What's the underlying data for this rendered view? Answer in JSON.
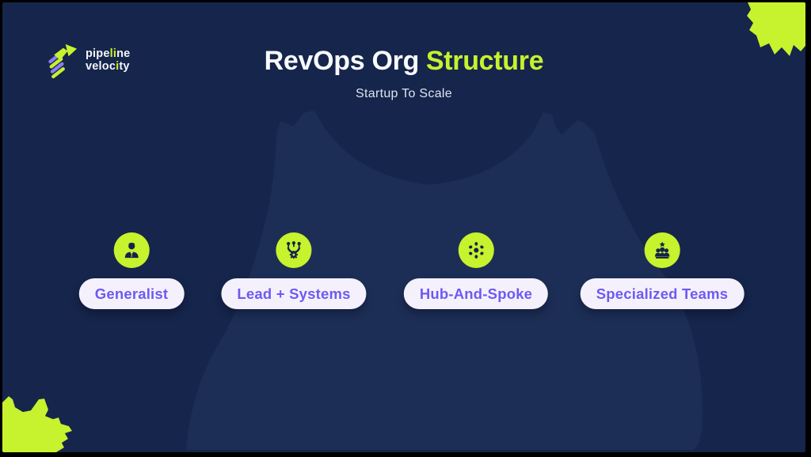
{
  "colors": {
    "bg_navy": "#16254b",
    "blob_navy": "#1d2e56",
    "accent_lime": "#c6f22e",
    "accent_purple": "#6e5af0",
    "pill_bg": "#f4f1fd",
    "icon_glyph_navy": "#14234a",
    "logo_purple": "#8a7cf2",
    "frame_black": "#000000"
  },
  "logo": {
    "line1": {
      "pre": "pipe",
      "accent": "li",
      "post": "ne"
    },
    "line2": {
      "pre": "veloc",
      "accent": "i",
      "post": "ty"
    }
  },
  "header": {
    "title_main": "RevOps Org",
    "title_accent": "Structure",
    "subtitle": "Startup To Scale"
  },
  "items": [
    {
      "label": "Generalist",
      "icon": "businessperson-icon"
    },
    {
      "label": "Lead + Systems",
      "icon": "team-gear-icon"
    },
    {
      "label": "Hub-And-Spoke",
      "icon": "hub-spoke-icon"
    },
    {
      "label": "Specialized Teams",
      "icon": "team-star-icon"
    }
  ]
}
